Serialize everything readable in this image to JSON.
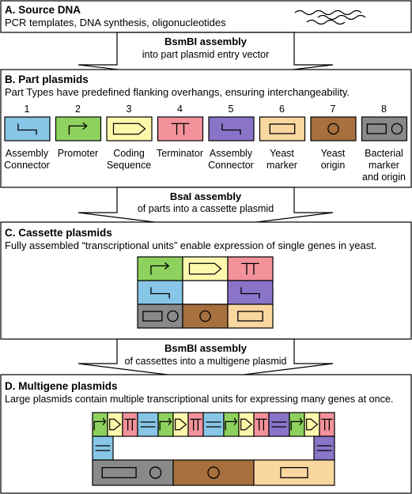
{
  "colors": {
    "connector_blue": "#87c6e6",
    "promoter_green": "#8fd15e",
    "cds_yellow": "#fef8ad",
    "terminator_pink": "#f3929b",
    "connector_purple": "#8a74c8",
    "yeast_marker_tan": "#fbd7a0",
    "yeast_origin_brown": "#a7703f",
    "bacterial_grey": "#898989",
    "arrow_fill": "#ffffff",
    "outline": "#000000"
  },
  "section_a": {
    "title": "A. Source DNA",
    "subtitle": "PCR templates, DNA synthesis, oligonucleotides"
  },
  "arrow_1": {
    "title": "BsmBI assembly",
    "subtitle": "into part plasmid entry vector"
  },
  "section_b": {
    "title": "B. Part plasmids",
    "subtitle": "Part Types have predefined flanking overhangs, ensuring interchangeability.",
    "parts": [
      {
        "number": "1",
        "label_lines": [
          "Assembly",
          "Connector"
        ],
        "icon": "connector-icon",
        "color": "#87c6e6"
      },
      {
        "number": "2",
        "label_lines": [
          "Promoter"
        ],
        "icon": "promoter-arrow-icon",
        "color": "#8fd15e"
      },
      {
        "number": "3",
        "label_lines": [
          "Coding",
          "Sequence"
        ],
        "icon": "coding-sequence-icon",
        "color": "#fef8ad"
      },
      {
        "number": "4",
        "label_lines": [
          "Terminator"
        ],
        "icon": "terminator-icon",
        "color": "#f3929b"
      },
      {
        "number": "5",
        "label_lines": [
          "Assembly",
          "Connector"
        ],
        "icon": "connector-icon",
        "color": "#8a74c8"
      },
      {
        "number": "6",
        "label_lines": [
          "Yeast",
          "marker"
        ],
        "icon": "marker-rectangle-icon",
        "color": "#fbd7a0"
      },
      {
        "number": "7",
        "label_lines": [
          "Yeast",
          "origin"
        ],
        "icon": "origin-circle-icon",
        "color": "#a7703f"
      },
      {
        "number": "8",
        "label_lines": [
          "Bacterial",
          "marker",
          "and origin"
        ],
        "icon": "marker-and-origin-icon",
        "color": "#898989"
      }
    ]
  },
  "arrow_2": {
    "title": "BsaI assembly",
    "subtitle": "of parts into a cassette plasmid"
  },
  "section_c": {
    "title": "C. Cassette plasmids",
    "subtitle": "Fully assembled “transcriptional units” enable expression of single genes in yeast."
  },
  "arrow_3": {
    "title": "BsmBI assembly",
    "subtitle": "of cassettes into a multigene plasmid"
  },
  "section_d": {
    "title": "D. Multigene plasmids",
    "subtitle": "Large plasmids contain multiple transcriptional units for expressing many genes at once.",
    "top_row_sequence": [
      "promoter",
      "cds",
      "terminator",
      "connector",
      "promoter",
      "cds",
      "terminator",
      "connector",
      "promoter",
      "cds",
      "terminator",
      "connector",
      "promoter",
      "cds",
      "terminator"
    ]
  }
}
